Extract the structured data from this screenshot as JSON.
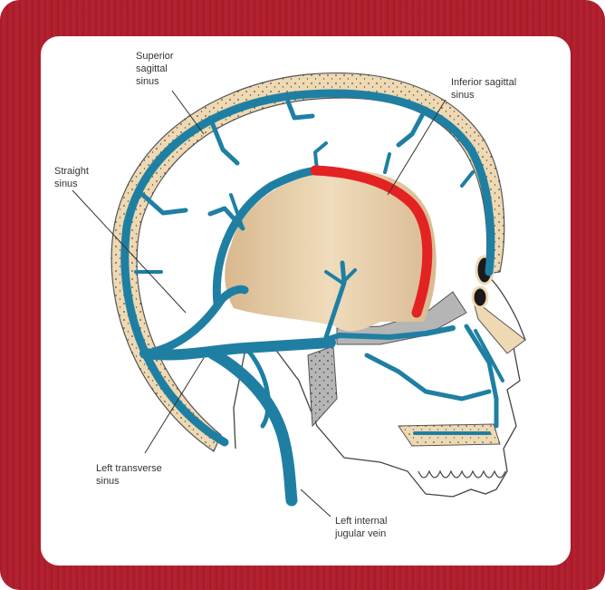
{
  "labels": {
    "superior_sagittal_sinus": [
      "Superior",
      "sagittal",
      "sinus"
    ],
    "inferior_sagittal_sinus": [
      "Inferior sagittal",
      "sinus"
    ],
    "straight_sinus": [
      "Straight",
      "sinus"
    ],
    "left_transverse_sinus": [
      "Left transverse",
      "sinus"
    ],
    "left_internal_jugular_vein": [
      "Left internal",
      "jugular vein"
    ]
  },
  "colors": {
    "frame": "#b11d2c",
    "panel": "#ffffff",
    "bone": "#eed9b3",
    "brain": "#e9cfa8",
    "vein": "#1f7fa3",
    "highlight": "#e32222",
    "gray_bone": "#b5b5b5"
  }
}
